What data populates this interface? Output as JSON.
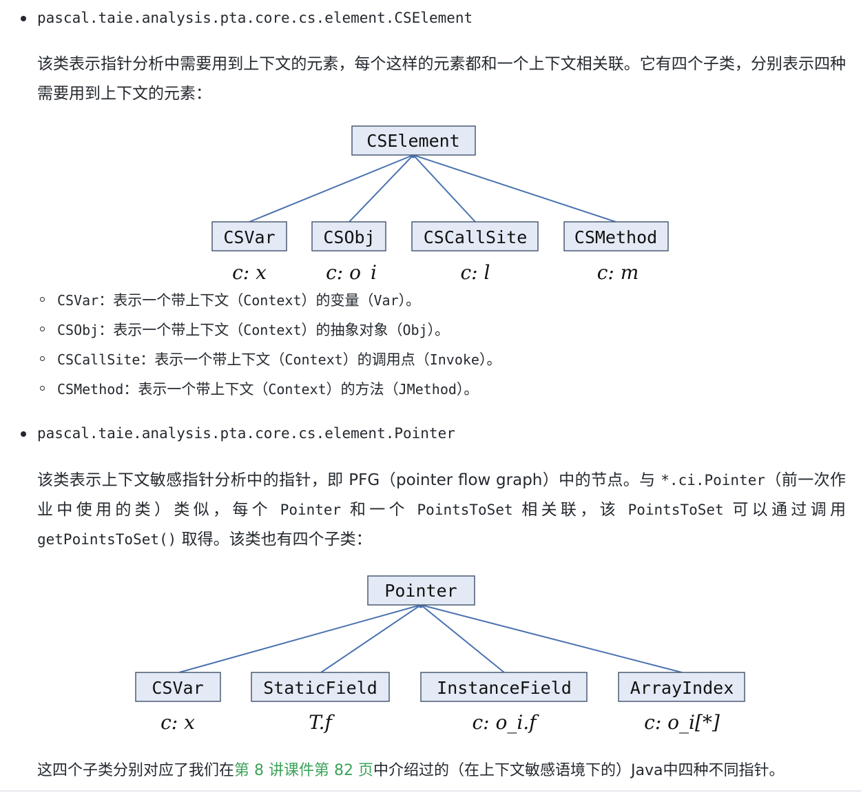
{
  "section1": {
    "package": "pascal.taie.analysis.pta.core.cs.element.CSElement",
    "description": "该类表示指针分析中需要用到上下文的元素，每个这样的元素都和一个上下文相关联。它有四个子类，分别表示四种需要用到上下文的元素：",
    "diagram": {
      "root": "CSElement",
      "children": [
        {
          "name": "CSVar",
          "notation": "c: x"
        },
        {
          "name": "CSObj",
          "notation": "c: o_i"
        },
        {
          "name": "CSCallSite",
          "notation": "c: l"
        },
        {
          "name": "CSMethod",
          "notation": "c: m"
        }
      ]
    },
    "items": [
      {
        "code": "CSVar",
        "text": "：表示一个带上下文（",
        "code2": "Context",
        "text2": "）的变量（",
        "code3": "Var",
        "text3": "）。"
      },
      {
        "code": "CSObj",
        "text": "：表示一个带上下文（",
        "code2": "Context",
        "text2": "）的抽象对象（",
        "code3": "Obj",
        "text3": "）。"
      },
      {
        "code": "CSCallSite",
        "text": "：表示一个带上下文（",
        "code2": "Context",
        "text2": "）的调用点（",
        "code3": "Invoke",
        "text3": "）。"
      },
      {
        "code": "CSMethod",
        "text": "：表示一个带上下文（",
        "code2": "Context",
        "text2": "）的方法（",
        "code3": "JMethod",
        "text3": "）。"
      }
    ]
  },
  "section2": {
    "package": "pascal.taie.analysis.pta.core.cs.element.Pointer",
    "desc_a": "该类表示上下文敏感指针分析中的指针，即 PFG（pointer flow graph）中的节点。与 ",
    "desc_code1": "*.ci.Pointer",
    "desc_b": "（前一次作业中使用的类）类似，每个 ",
    "desc_code2": "Pointer",
    "desc_c": " 和一个 ",
    "desc_code3": "PointsToSet",
    "desc_d": " 相关联，该 ",
    "desc_code4": "PointsToSet",
    "desc_e": " 可以通过调用 ",
    "desc_code5": "getPointsToSet()",
    "desc_f": " 取得。该类也有四个子类：",
    "diagram": {
      "root": "Pointer",
      "children": [
        {
          "name": "CSVar",
          "notation": "c: x"
        },
        {
          "name": "StaticField",
          "notation": "T.f"
        },
        {
          "name": "InstanceField",
          "notation": "c: o_i.f"
        },
        {
          "name": "ArrayIndex",
          "notation": "c: o_i[*]"
        }
      ]
    }
  },
  "footer": {
    "before": "这四个子类分别对应了我们在",
    "link": "第 8 讲课件第 82 页",
    "after": "中介绍过的（在上下文敏感语境下的）Java中四种不同指针。"
  },
  "colors": {
    "box_fill": "#e3eaf5",
    "box_border": "#4a5a73",
    "edge": "#4a72b0",
    "link": "#3ca35a"
  }
}
